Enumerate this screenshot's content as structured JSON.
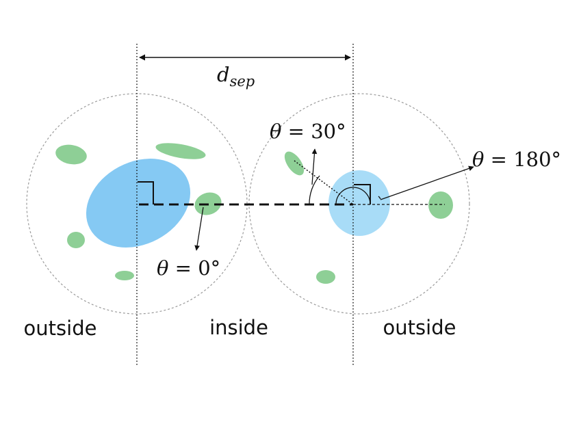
{
  "labels": {
    "separation": "d",
    "separation_sub": "sep",
    "angle_0_symbol": "θ",
    "angle_0_rest": " = 0°",
    "angle_30_symbol": "θ",
    "angle_30_rest": " = 30°",
    "angle_180_symbol": "θ",
    "angle_180_rest": " = 180°",
    "region_left": "outside",
    "region_middle": "inside",
    "region_right": "outside"
  },
  "colors": {
    "large_particle": "#85c9f3",
    "small_particle": "#8ecf96",
    "boundary_circle": "#9a9a9a",
    "lines": "#111111"
  }
}
